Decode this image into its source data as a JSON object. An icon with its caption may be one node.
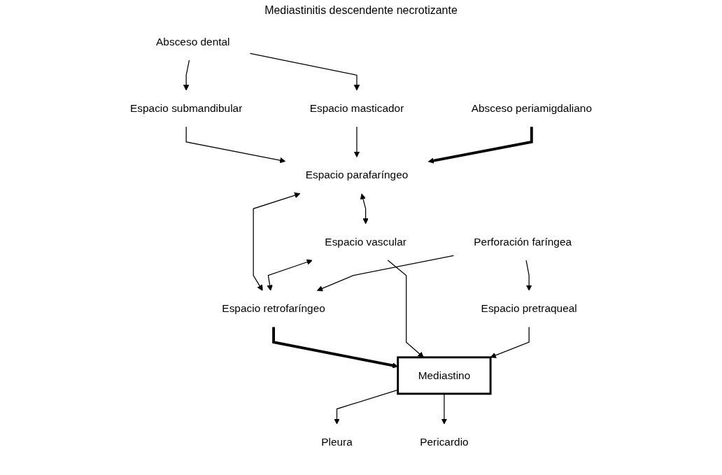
{
  "diagram": {
    "title": "Mediastinitis descendente necrotizante",
    "nodes": [
      {
        "text": [
          "Absceso dental"
        ]
      },
      {
        "text": [
          "Perforación faríngea"
        ]
      },
      {
        "text": [
          "Espacio submandibular"
        ]
      },
      {
        "text": [
          "Espacio masticador"
        ]
      },
      {
        "text": [
          "Absceso periamigdaliano"
        ]
      },
      {
        "text": [
          "Espacio parafaríngeo"
        ]
      },
      {
        "text": [
          "Espacio vascular"
        ]
      },
      {
        "text": [
          "Espacio retrofaríngeo"
        ]
      },
      {
        "text": [
          "Espacio pretraqueal"
        ]
      },
      {
        "text": [
          "Mediastino"
        ]
      },
      {
        "text": [
          "Pleura"
        ]
      },
      {
        "text": [
          "Pericardio"
        ]
      }
    ],
    "edges": [
      {
        "from": 0,
        "to": 2,
        "arrow": "to"
      },
      {
        "from": 0,
        "to": 3,
        "arrow": "to"
      },
      {
        "from": 2,
        "to": 5,
        "arrow": "to"
      },
      {
        "from": 3,
        "to": 5,
        "arrow": "to"
      },
      {
        "from": 4,
        "to": 5,
        "arrow": "to",
        "style": "thick"
      },
      {
        "from": 5,
        "to": 6,
        "arrow": "both"
      },
      {
        "from": 5,
        "to": 7,
        "arrow": "both"
      },
      {
        "from": 6,
        "to": 7,
        "arrow": "both"
      },
      {
        "from": 1,
        "to": 7,
        "arrow": "to"
      },
      {
        "from": 1,
        "to": 8,
        "arrow": "to"
      },
      {
        "from": 7,
        "to": 9,
        "arrow": "to",
        "style": "thick"
      },
      {
        "from": 6,
        "to": 9,
        "arrow": "to"
      },
      {
        "from": 8,
        "to": 9,
        "arrow": "to"
      },
      {
        "from": 9,
        "to": 10,
        "arrow": "to"
      },
      {
        "from": 9,
        "to": 11,
        "arrow": "to"
      }
    ]
  }
}
